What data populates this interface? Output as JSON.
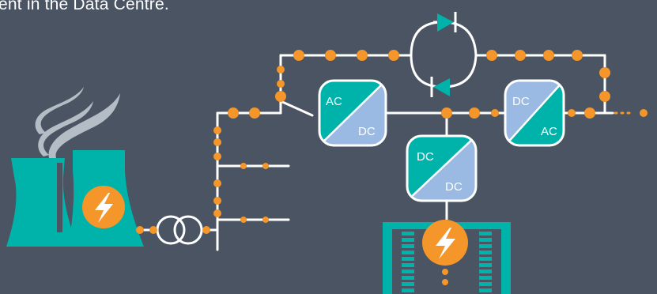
{
  "caption": "ent in the Data Centre.",
  "colors": {
    "background": "#4a5462",
    "line": "#ffffff",
    "dot": "#f5962a",
    "teal": "#00b3aa",
    "lightblue": "#9ab9e3",
    "smoke": "#b4bdc6"
  },
  "converters": {
    "rectifier": {
      "top": "AC",
      "bottom": "DC"
    },
    "inverter": {
      "top": "DC",
      "bottom": "AC"
    },
    "dcdc": {
      "top": "DC",
      "bottom": "DC"
    }
  },
  "icons": [
    "power-plant-icon",
    "lightning-bolt-icon",
    "transformer-icon",
    "diode-icon",
    "switch-icon",
    "server-rack-icon"
  ]
}
